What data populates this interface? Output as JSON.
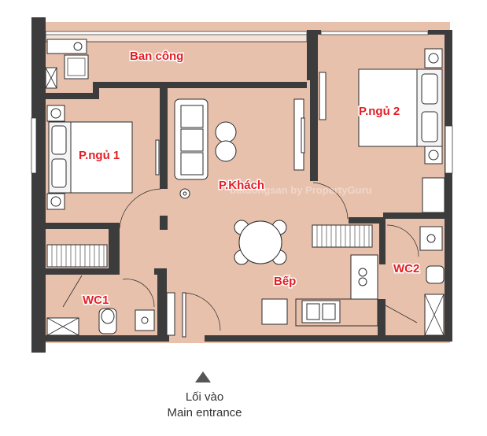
{
  "rooms": {
    "balcony": "Ban công",
    "bedroom1": "P.ngủ 1",
    "bedroom2": "P.ngủ 2",
    "living": "P.Khách",
    "kitchen": "Bếp",
    "wc1": "WC1",
    "wc2": "WC2"
  },
  "entrance": {
    "line1": "Lối vào",
    "line2": "Main entrance"
  },
  "watermark": "batdongsan by PropertyGuru",
  "colors": {
    "floor": "#e8c1ad",
    "wall": "#3c3c3c",
    "furniture_fill": "#ffffff",
    "furniture_line": "#2b2b2b",
    "label": "#e31e24"
  }
}
